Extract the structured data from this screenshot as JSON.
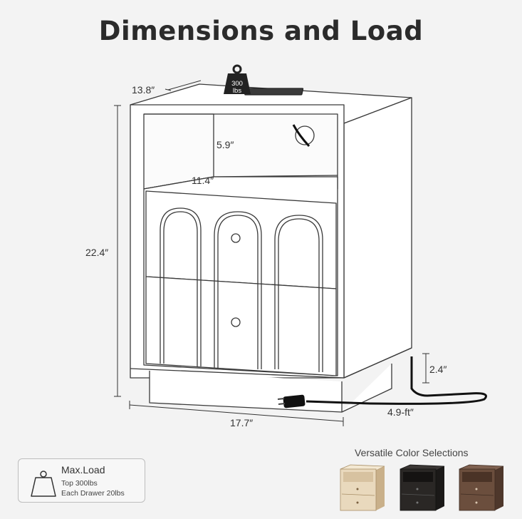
{
  "title": "Dimensions and Load",
  "dimensions": {
    "depth": "13.8″",
    "shelf_height": "5.9″",
    "inner_width": "11.4″",
    "height": "22.4″",
    "base_height": "2.4″",
    "width": "17.7″",
    "cord_length": "4.9-ft″"
  },
  "weight_badge": {
    "value": "300",
    "unit": "lbs",
    "icon": "weight-icon"
  },
  "load": {
    "title": "Max.Load",
    "top": "Top 300lbs",
    "drawer": "Each Drawer 20lbs",
    "icon": "weight-outline-icon"
  },
  "variants": {
    "title": "Versatile Color Selections",
    "colors": [
      {
        "name": "natural",
        "body": "#e9d9bd",
        "dark": "#b99c72"
      },
      {
        "name": "black",
        "body": "#2a2725",
        "dark": "#151312"
      },
      {
        "name": "walnut",
        "body": "#6b4e3d",
        "dark": "#3f2c22"
      }
    ]
  }
}
